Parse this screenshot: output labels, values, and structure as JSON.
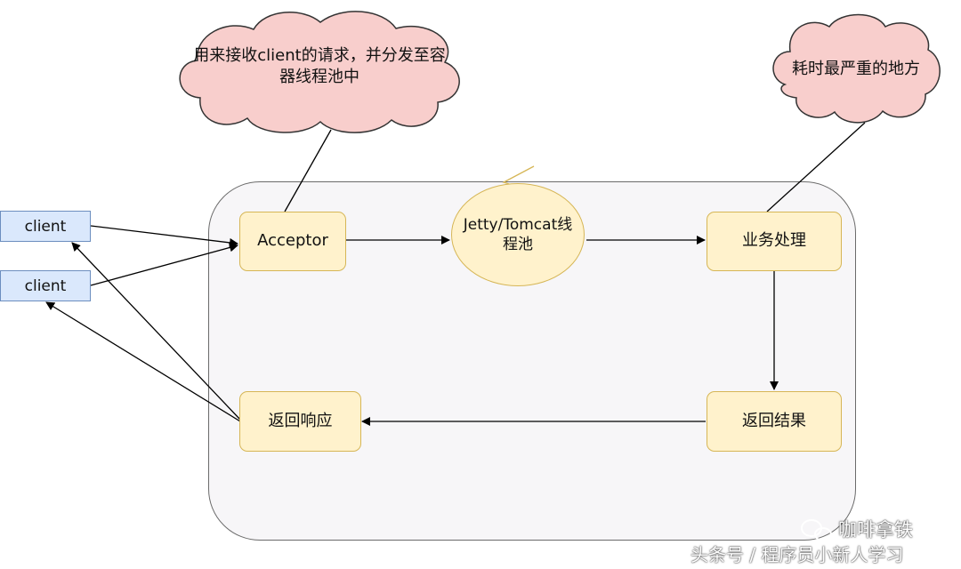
{
  "clients": [
    {
      "label": "client"
    },
    {
      "label": "client"
    }
  ],
  "acceptor": {
    "label": "Acceptor"
  },
  "thread_pool": {
    "label": "Jetty/Tomcat线程池"
  },
  "business": {
    "label": "业务处理"
  },
  "return_result": {
    "label": "返回结果"
  },
  "return_response": {
    "label": "返回响应"
  },
  "callouts": {
    "acceptor_note": "用来接收client的请求，并分发至容器线程池中",
    "business_note": "耗时最严重的地方"
  },
  "watermark": {
    "brand": "咖啡拿铁",
    "source": "头条号 / 程序员小新人学习"
  },
  "colors": {
    "node_fill": "#fff2cc",
    "node_stroke": "#d6b656",
    "client_fill": "#dae8fc",
    "client_stroke": "#6c8ebf",
    "cloud_fill": "#f8cecc",
    "cloud_stroke": "#333333",
    "container_fill": "#f7f6f8"
  }
}
